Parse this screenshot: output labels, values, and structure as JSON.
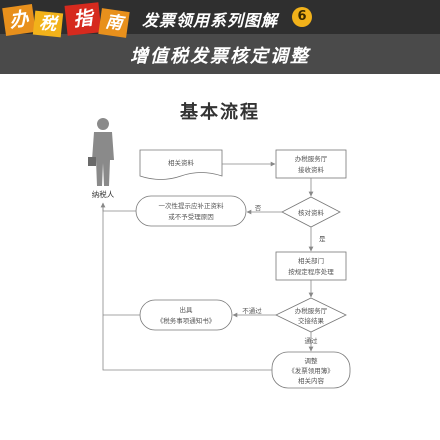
{
  "header": {
    "badges": [
      "办",
      "税",
      "指",
      "南"
    ],
    "series_title": "发票领用系列图解",
    "series_number": "6",
    "main_title": "增值税发票核定调整"
  },
  "flow": {
    "heading": "基本流程",
    "person_label": "纳税人",
    "nodes": {
      "materials": "相关资料",
      "hall_receive_1": "办税服务厅",
      "hall_receive_2": "接收资料",
      "check": "核对资料",
      "notify_1": "一次性提示应补正资料",
      "notify_2": "或不予受理原因",
      "dept_1": "相关部门",
      "dept_2": "按规定程序处理",
      "hall_notify_1": "办税服务厅",
      "hall_notify_2": "交接结果",
      "issue_1": "出具",
      "issue_2": "《税务事项通知书》",
      "adjust_1": "调整",
      "adjust_2": "《发票领用簿》",
      "adjust_3": "相关内容"
    },
    "edge_labels": {
      "no": "否",
      "yes": "是",
      "not_passed": "不通过",
      "passed": "通过"
    }
  },
  "colors": {
    "banner_dark": "#2f2f2f",
    "banner_mid": "#4a4a4a",
    "badge_orange": "#e8901c",
    "badge_yellow": "#f2b21a",
    "badge_red": "#d62a1e",
    "line": "#888888"
  }
}
